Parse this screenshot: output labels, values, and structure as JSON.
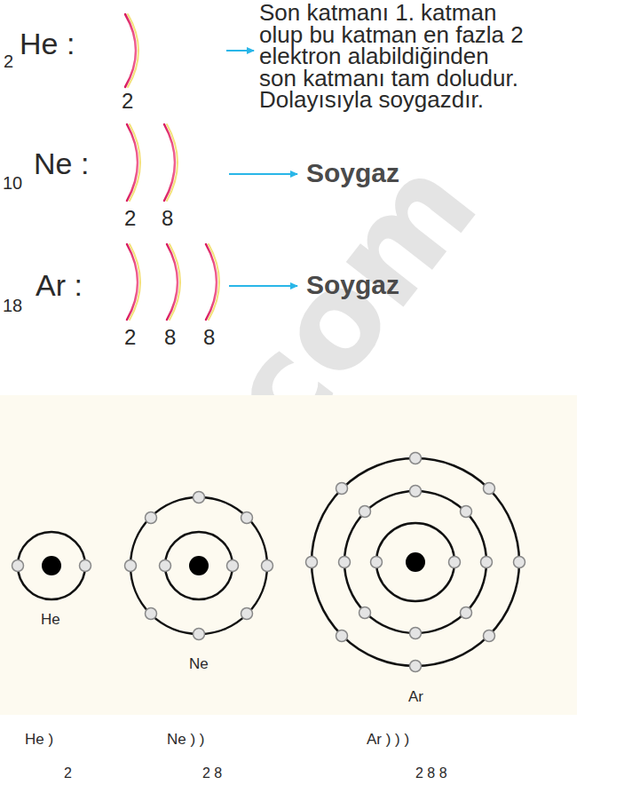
{
  "diagram": {
    "labels": [
      "2",
      "He :",
      "2",
      "Son katmanı 1. katman olup bu katman en fazla 2 elektron alabildiğinden son katmanı tam doludur. Dolayısıyla soygazdır.",
      "10",
      "Ne :",
      "2",
      "8",
      "Soygaz",
      "18",
      "Ar :",
      "2",
      "8",
      "8",
      "Soygaz",
      "He",
      "Ne",
      "Ar",
      "He )",
      "2",
      "Ne ) )",
      "2 8",
      "Ar ) ) )",
      "2 8 8",
      "ie.com"
    ]
  }
}
